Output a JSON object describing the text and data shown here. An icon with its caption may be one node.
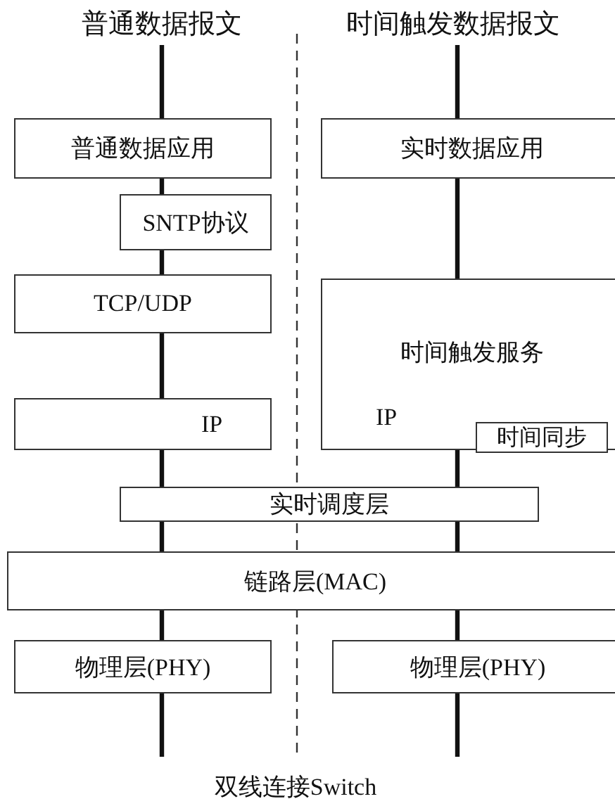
{
  "diagram": {
    "nodes": [
      {
        "text": [
          "普通数据报文"
        ]
      },
      {
        "text": [
          "时间触发数据报文"
        ]
      },
      {
        "text": [
          "普通数据应用"
        ]
      },
      {
        "text": [
          "实时数据应用"
        ]
      },
      {
        "text": [
          "SNTP协议"
        ]
      },
      {
        "text": [
          "TCP/UDP"
        ]
      },
      {
        "text": [
          "时间触发服务",
          "IP"
        ]
      },
      {
        "text": [
          "时间同步"
        ],
        "in": 6
      },
      {
        "text": [
          "IP"
        ]
      },
      {
        "text": [
          "实时调度层"
        ]
      },
      {
        "text": [
          "链路层(MAC)"
        ]
      },
      {
        "text": [
          "物理层(PHY)"
        ]
      },
      {
        "text": [
          "物理层(PHY)"
        ]
      }
    ],
    "edges": [
      {
        "from": 0,
        "to": 2,
        "arrow": "none"
      },
      {
        "from": 2,
        "to": 4,
        "arrow": "none"
      },
      {
        "from": 4,
        "to": 5,
        "arrow": "none"
      },
      {
        "from": 5,
        "to": 8,
        "arrow": "none"
      },
      {
        "from": 8,
        "to": 9,
        "arrow": "none"
      },
      {
        "from": 9,
        "to": 10,
        "arrow": "none"
      },
      {
        "from": 10,
        "to": 11,
        "arrow": "none"
      },
      {
        "from": 11,
        "to": null,
        "arrow": "none"
      },
      {
        "from": 1,
        "to": 3,
        "arrow": "none"
      },
      {
        "from": 3,
        "to": 6,
        "arrow": "none"
      },
      {
        "from": 6,
        "to": 9,
        "arrow": "none"
      },
      {
        "from": 9,
        "to": 10,
        "arrow": "none"
      },
      {
        "from": 10,
        "to": 12,
        "arrow": "none"
      },
      {
        "from": 12,
        "to": null,
        "arrow": "none"
      }
    ],
    "labels": [
      "双线连接Switch"
    ]
  }
}
